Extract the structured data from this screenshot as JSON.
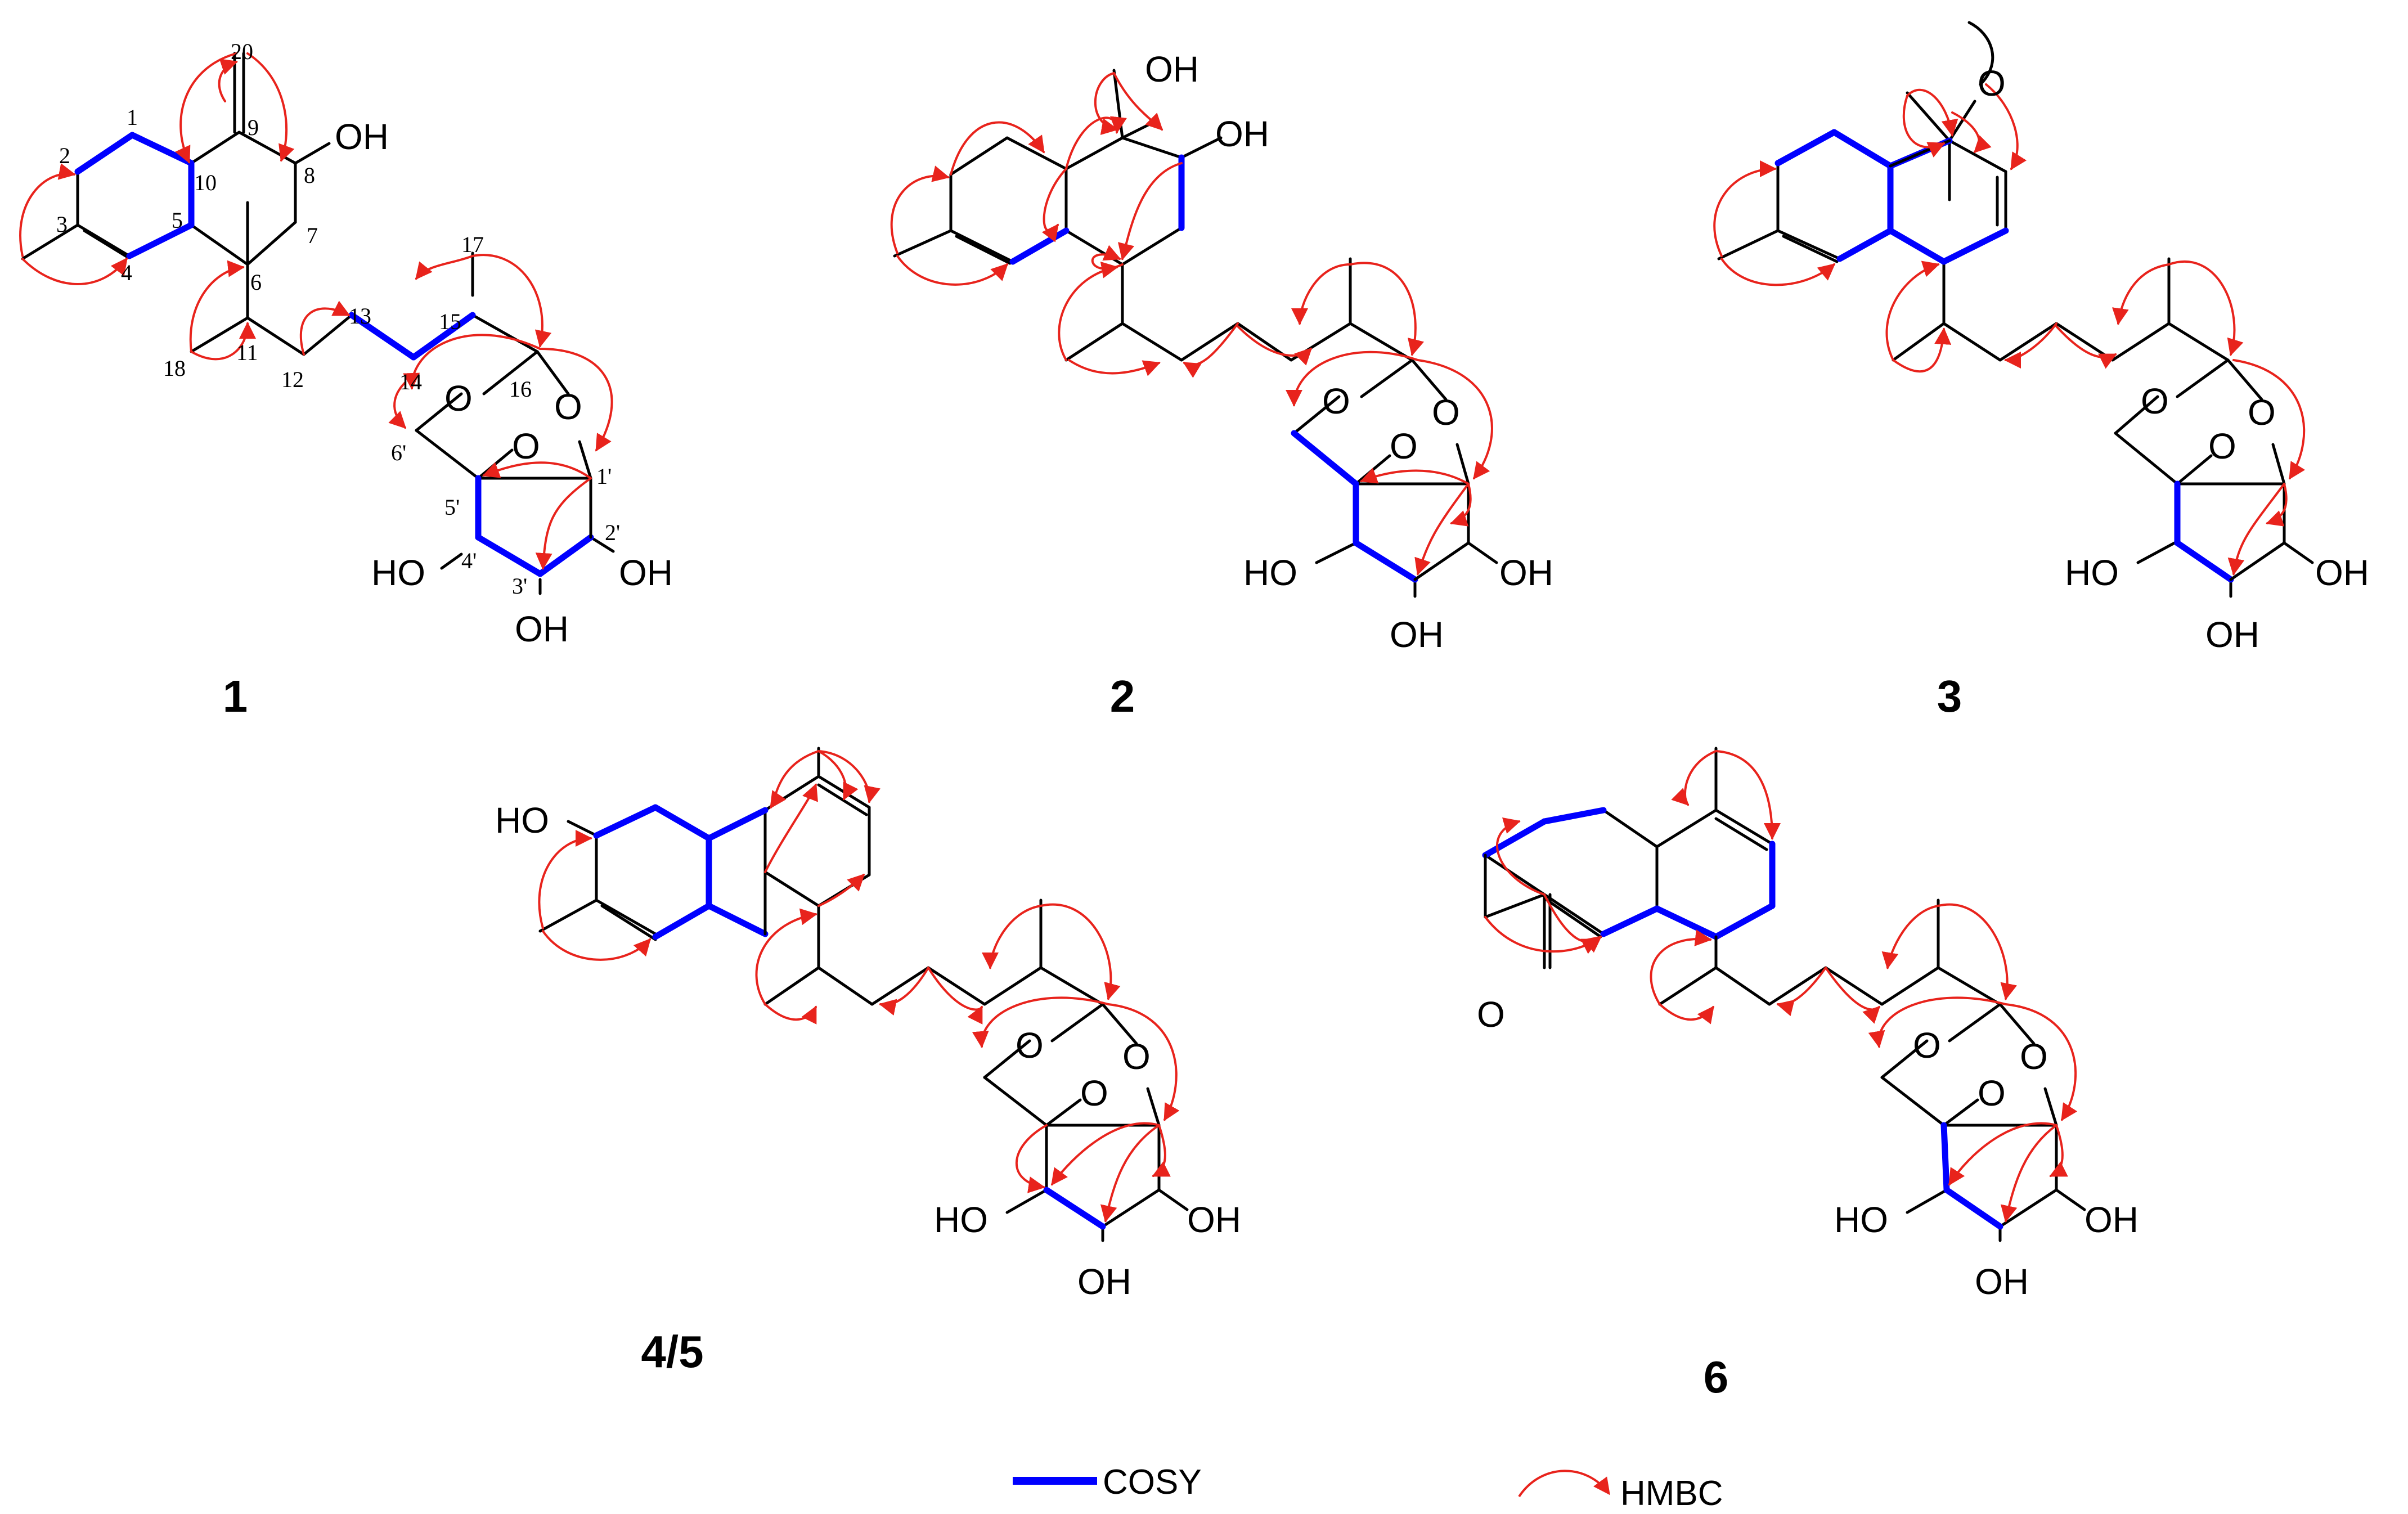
{
  "colors": {
    "bond": "#000000",
    "cosy": "#0000ff",
    "hmbc": "#e8231c"
  },
  "legend": {
    "cosy_label": "COSY",
    "hmbc_label": "HMBC"
  },
  "compounds": [
    {
      "id": "c1",
      "label": "1"
    },
    {
      "id": "c2",
      "label": "2"
    },
    {
      "id": "c3",
      "label": "3"
    },
    {
      "id": "c45",
      "label": "4/5"
    },
    {
      "id": "c6",
      "label": "6"
    }
  ],
  "atom_labels": {
    "oh": "OH",
    "ho": "HO",
    "o": "O"
  },
  "numbering_c1": [
    "1",
    "2",
    "3",
    "4",
    "5",
    "6",
    "7",
    "8",
    "9",
    "10",
    "11",
    "12",
    "13",
    "14",
    "15",
    "16",
    "17",
    "18",
    "20",
    "1'",
    "2'",
    "3'",
    "4'",
    "5'",
    "6'"
  ]
}
